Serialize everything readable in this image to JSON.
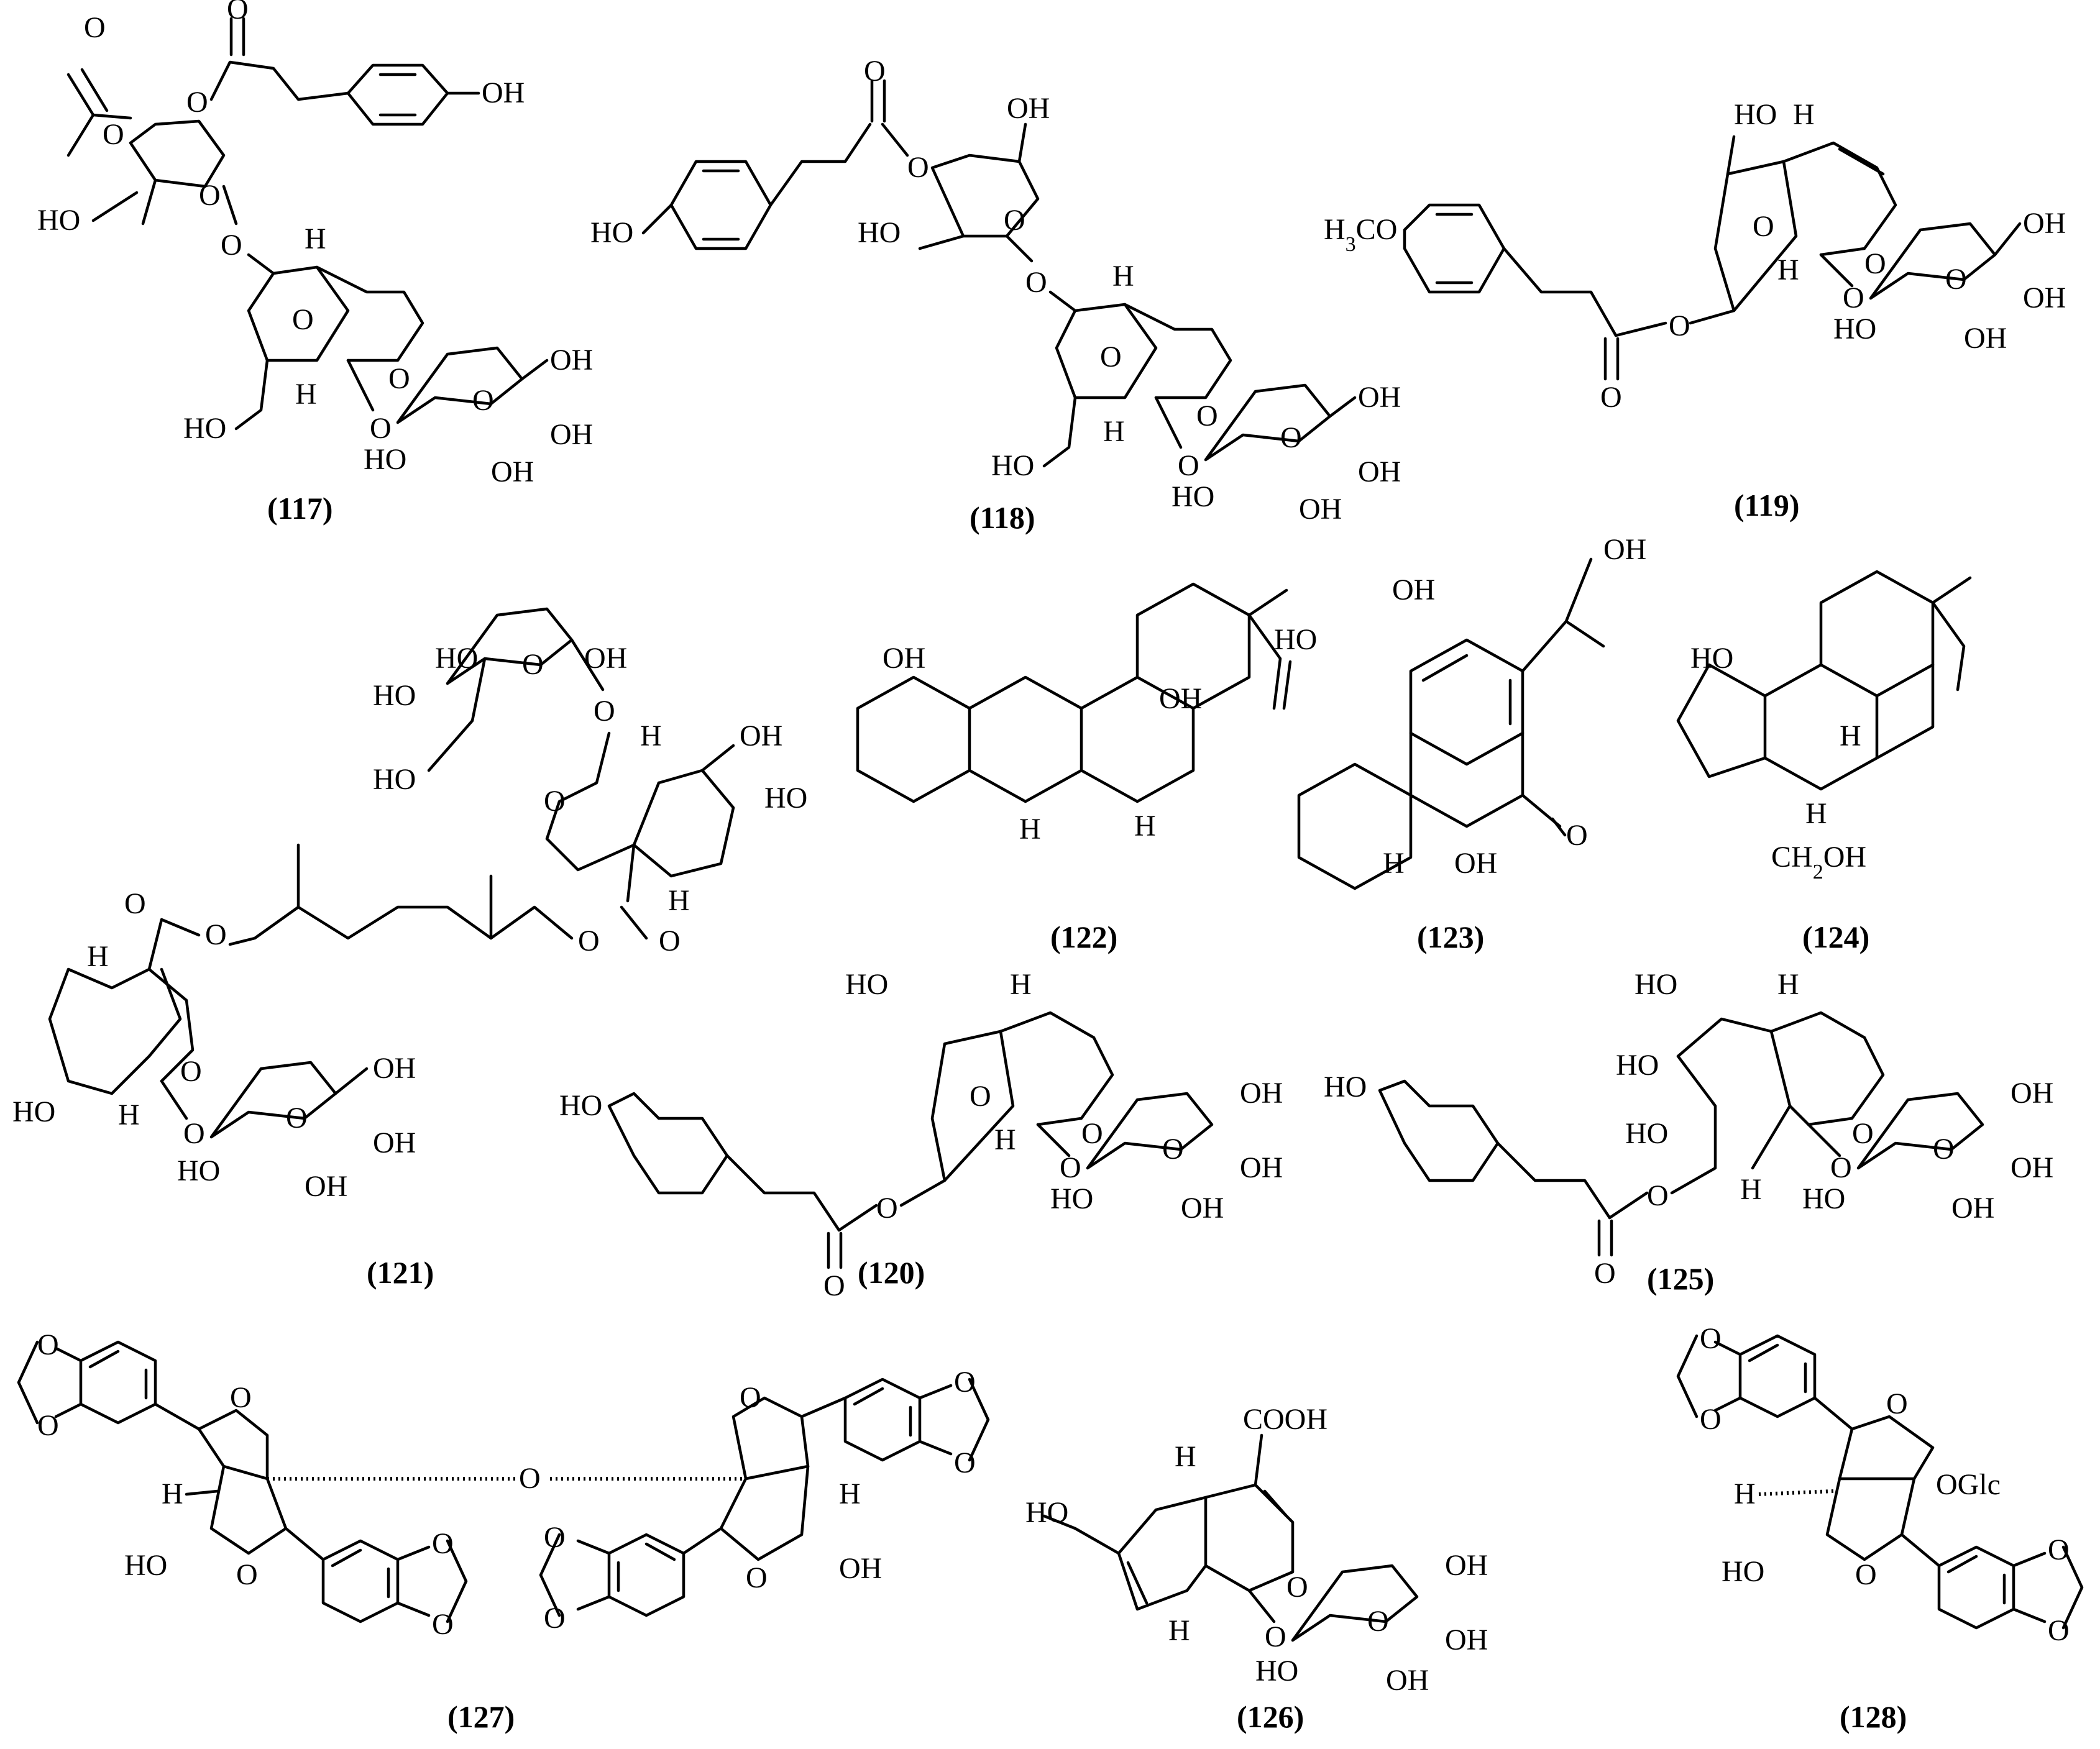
{
  "compounds": [
    {
      "id": "c117",
      "label": "(117)"
    },
    {
      "id": "c118",
      "label": "(118)"
    },
    {
      "id": "c119",
      "label": "(119)"
    },
    {
      "id": "c120",
      "label": "(120)"
    },
    {
      "id": "c121",
      "label": "(121)"
    },
    {
      "id": "c122",
      "label": "(122)"
    },
    {
      "id": "c123",
      "label": "(123)"
    },
    {
      "id": "c124",
      "label": "(124)"
    },
    {
      "id": "c125",
      "label": "(125)"
    },
    {
      "id": "c126",
      "label": "(126)"
    },
    {
      "id": "c127",
      "label": "(127)"
    },
    {
      "id": "c128",
      "label": "(128)"
    }
  ],
  "atoms": {
    "hydroxyl": "OH",
    "hydroxyl_left": "HO",
    "oxygen": "O",
    "hydrogen": "H",
    "methoxy": "H3CO",
    "carboxyl": "COOH",
    "hydroxymethyl": "CH2OH",
    "glucoside": "OGlc"
  }
}
